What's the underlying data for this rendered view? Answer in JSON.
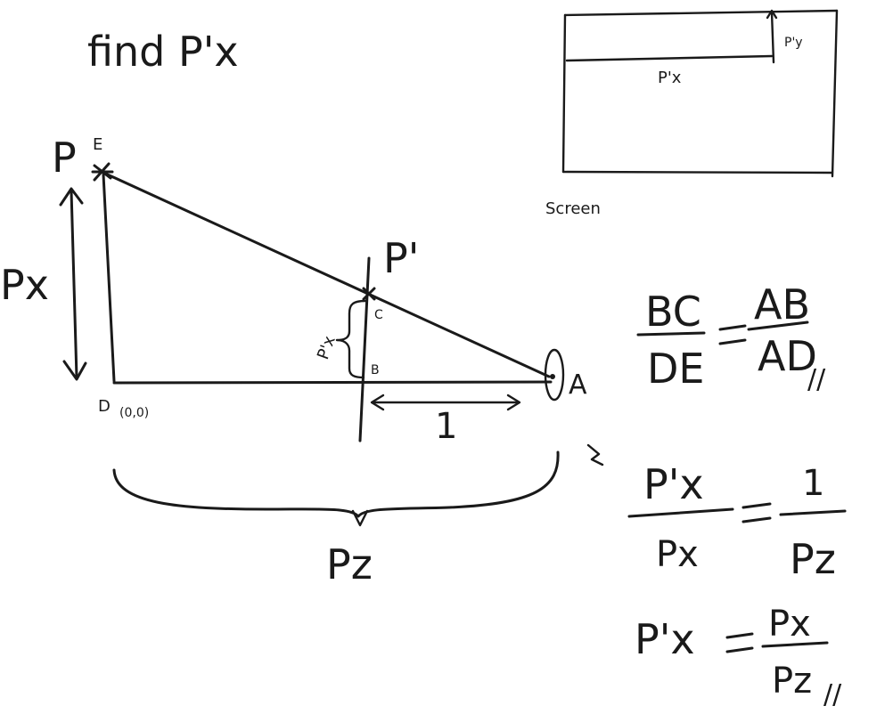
{
  "title": "find P'x",
  "screen": {
    "label": "Screen",
    "px_label": "P'x",
    "py_label": "P'y"
  },
  "points": {
    "P": "P",
    "E": "E",
    "P_prime": "P'",
    "C": "C",
    "B": "B",
    "D": "D",
    "D_coord": "(0,0)",
    "A": "A"
  },
  "labels": {
    "px": "Px",
    "p_prime_x": "P'x",
    "one": "1",
    "pz": "Pz"
  },
  "equations": {
    "eq1": {
      "left_num": "BC",
      "left_den": "DE",
      "right_num": "AB",
      "right_den": "AD",
      "mark": "//"
    },
    "eq2": {
      "left_num": "P'x",
      "left_den": "Px",
      "right_num": "1",
      "right_den": "Pz"
    },
    "eq3": {
      "lhs": "P'x",
      "num": "Px",
      "den": "Pz",
      "mark": "//"
    }
  }
}
